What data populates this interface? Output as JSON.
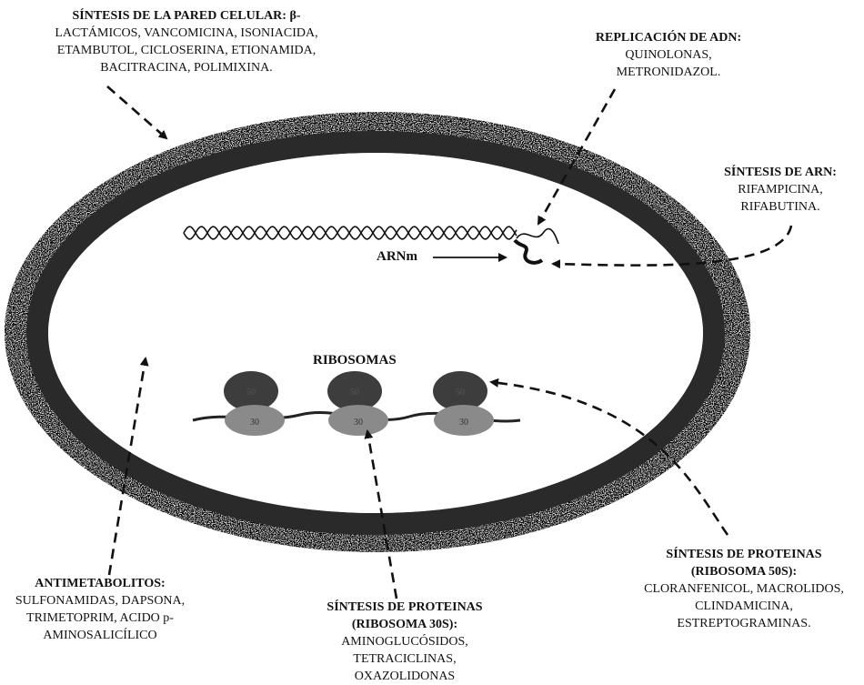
{
  "labels": {
    "cell_wall": {
      "title": "SÍNTESIS DE LA PARED CELULAR: β-",
      "lines": [
        "LACTÁMICOS, VANCOMICINA, ISONIACIDA,",
        "ETAMBUTOL, CICLOSERINA, ETIONAMIDA,",
        "BACITRACINA, POLIMIXINA."
      ]
    },
    "dna": {
      "title": "REPLICACIÓN DE ADN:",
      "lines": [
        "QUINOLONAS,",
        "METRONIDAZOL."
      ]
    },
    "rna": {
      "title": "SÍNTESIS DE ARN:",
      "lines": [
        "RIFAMPICINA,",
        "RIFABUTINA."
      ]
    },
    "antimetabolites": {
      "title": "ANTIMETABOLITOS:",
      "lines": [
        "SULFONAMIDAS, DAPSONA,",
        "TRIMETOPRIM, ACIDO p-",
        "AMINOSALICÍLICO"
      ]
    },
    "protein30": {
      "title": "SÍNTESIS DE PROTEINAS",
      "subtitle": "(RIBOSOMA 30S):",
      "lines": [
        "AMINOGLUCÓSIDOS,",
        "TETRACICLINAS,",
        "OXAZOLIDONAS"
      ]
    },
    "protein50": {
      "title": "SÍNTESIS DE PROTEINAS",
      "subtitle": "(RIBOSOMA 50S):",
      "lines": [
        "CLORANFENICOL, MACROLIDOS,",
        "CLINDAMICINA,",
        "ESTREPTOGRAMINAS."
      ]
    }
  },
  "arnm_label": "ARNm",
  "ribosomes_label": "RIBOSOMAS",
  "ribosome_small_unit": "30",
  "ribosome_large_unit": "50",
  "colors": {
    "wall_band": "#2a2a2a",
    "speckle": "#3a3a3a",
    "ribosome_large": "#3d3d3d",
    "ribosome_small": "#8a8a8a",
    "ink": "#111111"
  }
}
